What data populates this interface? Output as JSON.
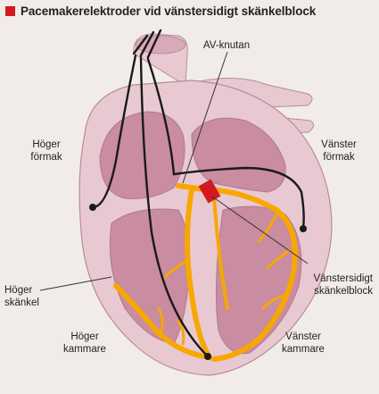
{
  "title": "Pacemakerelektroder vid vänstersidigt skänkelblock",
  "labels": {
    "av_node": "AV-knutan",
    "right_atrium_line1": "Höger",
    "right_atrium_line2": "förmak",
    "left_atrium_line1": "Vänster",
    "left_atrium_line2": "förmak",
    "right_bundle_line1": "Höger",
    "right_bundle_line2": "skänkel",
    "left_bundle_block_line1": "Vänstersidigt",
    "left_bundle_block_line2": "skänkelblock",
    "right_ventricle_line1": "Höger",
    "right_ventricle_line2": "kammare",
    "left_ventricle_line1": "Vänster",
    "left_ventricle_line2": "kammare"
  },
  "colors": {
    "accent_red": "#d11a1f",
    "heart_outer": "#e8c9d2",
    "heart_chamber": "#c98ca0",
    "conduction": "#f7a800",
    "lead": "#1a1a1a"
  }
}
